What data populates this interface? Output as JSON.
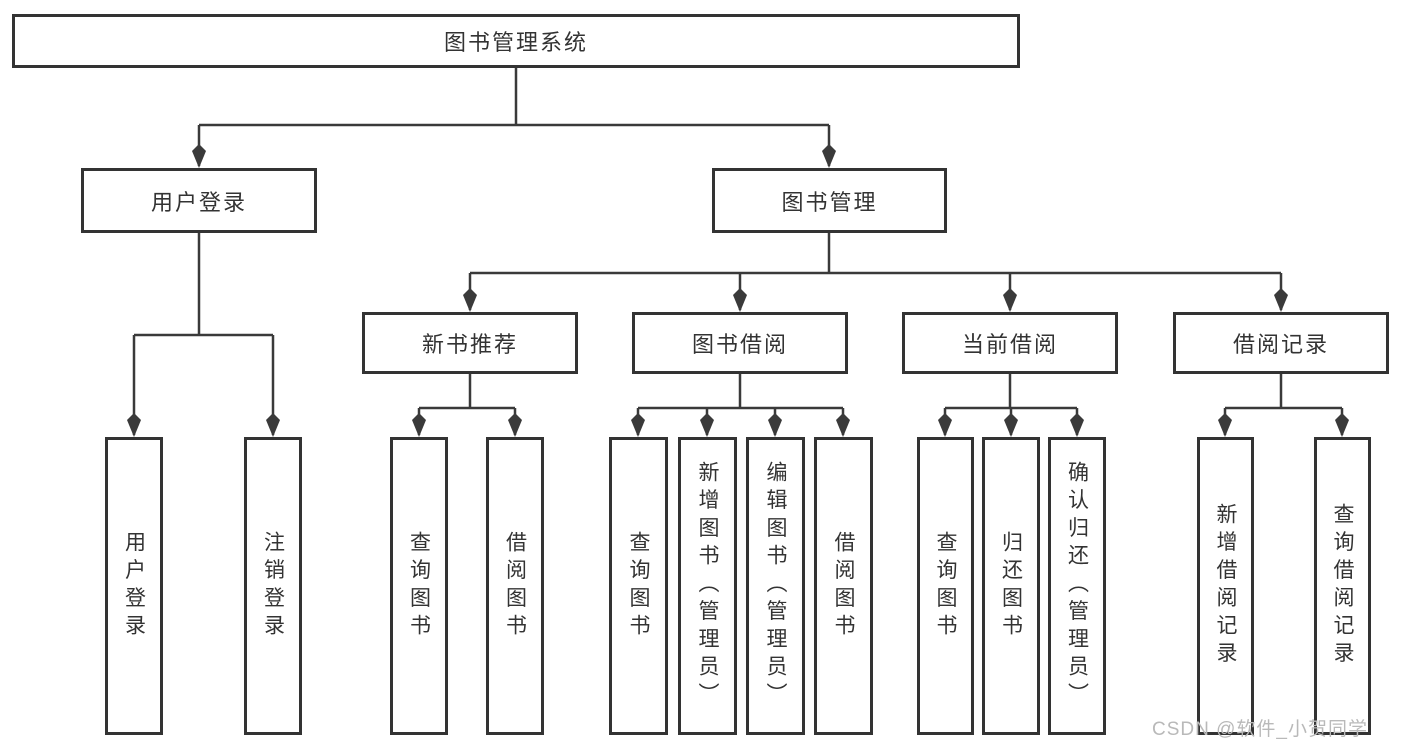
{
  "colors": {
    "line": "#3a3a3a",
    "box_border": "#333333",
    "box_background": "#ffffff",
    "text": "#333333",
    "watermark": "#b9b9b9",
    "page_background": "#ffffff"
  },
  "watermark": {
    "text": "CSDN @软件_小贺同学"
  },
  "tree": {
    "root": {
      "label": "图书管理系统"
    },
    "branches": [
      {
        "label": "用户登录",
        "children": [
          {
            "label": "用户登录"
          },
          {
            "label": "注销登录"
          }
        ]
      },
      {
        "label": "图书管理",
        "children": [
          {
            "label": "新书推荐",
            "children": [
              {
                "label": "查询图书"
              },
              {
                "label": "借阅图书"
              }
            ]
          },
          {
            "label": "图书借阅",
            "children": [
              {
                "label": "查询图书"
              },
              {
                "label": "新增图书（管理员）"
              },
              {
                "label": "编辑图书（管理员）"
              },
              {
                "label": "借阅图书"
              }
            ]
          },
          {
            "label": "当前借阅",
            "children": [
              {
                "label": "查询图书"
              },
              {
                "label": "归还图书"
              },
              {
                "label": "确认归还（管理员）"
              }
            ]
          },
          {
            "label": "借阅记录",
            "children": [
              {
                "label": "新增借阅记录"
              },
              {
                "label": "查询借阅记录"
              }
            ]
          }
        ]
      }
    ]
  }
}
